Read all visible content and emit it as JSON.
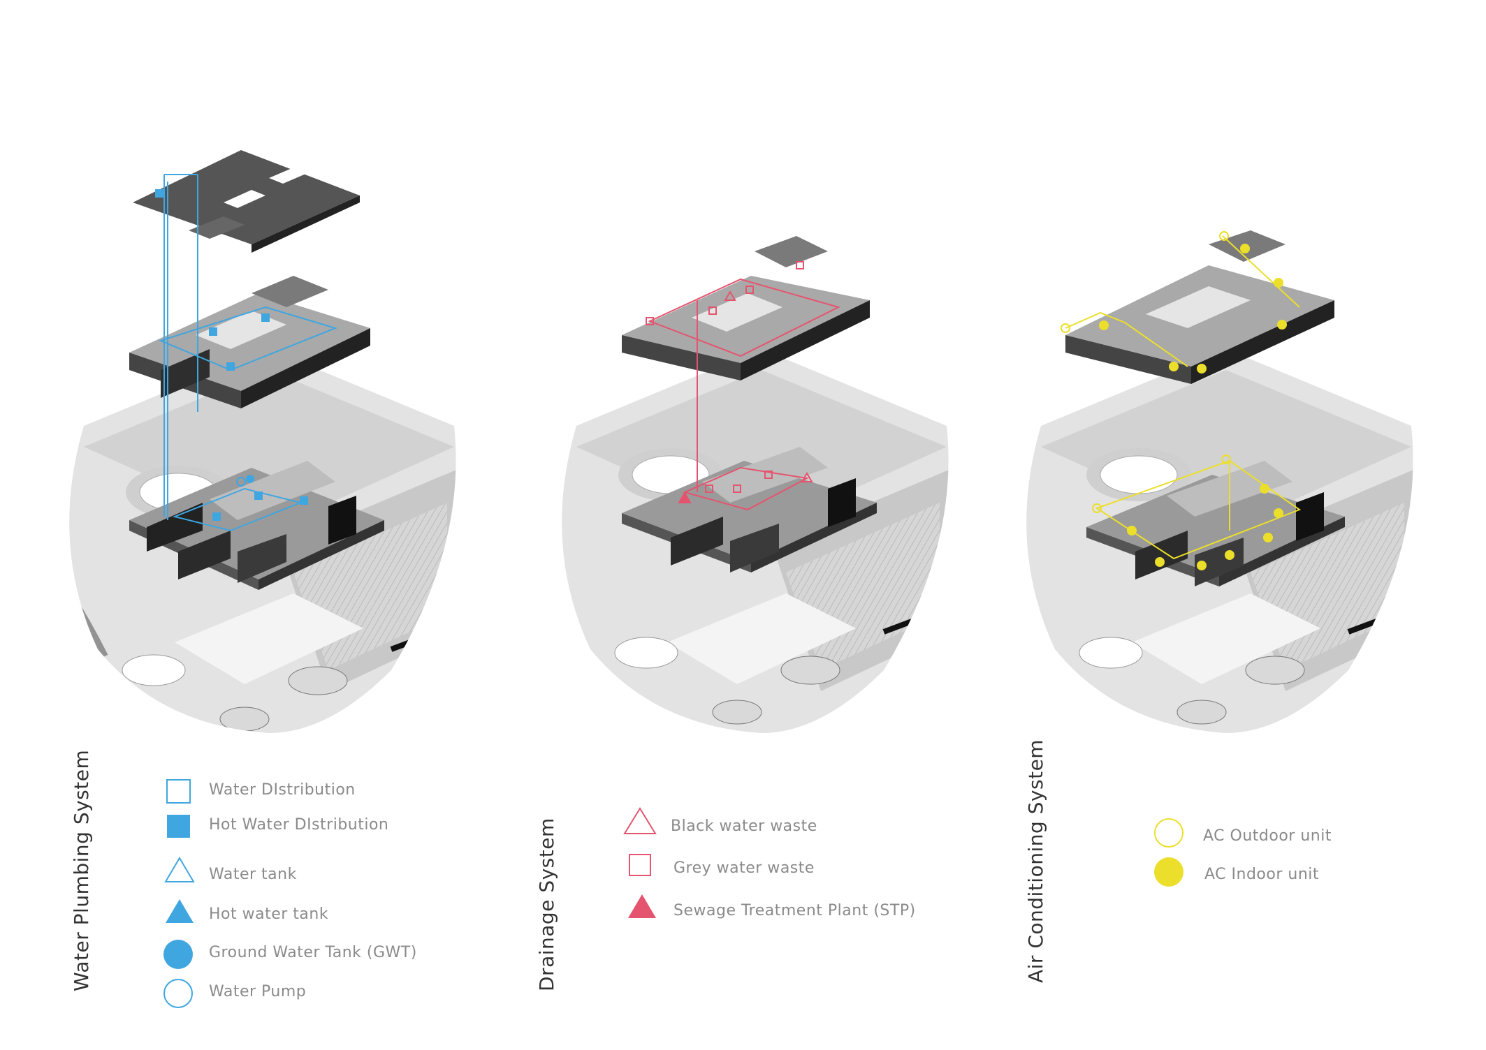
{
  "colors": {
    "water": "#3fa6e0",
    "drainage": "#e5546e",
    "ac": "#ecdf2b"
  },
  "panels": {
    "plumbing": {
      "title": "Water Plumbing System",
      "legend": [
        {
          "label": "Water DIstribution",
          "symbol": "square-outline"
        },
        {
          "label": "Hot Water DIstribution",
          "symbol": "square-filled"
        },
        {
          "label": "Water tank",
          "symbol": "triangle-outline"
        },
        {
          "label": "Hot water tank",
          "symbol": "triangle-filled"
        },
        {
          "label": "Ground Water Tank (GWT)",
          "symbol": "circle-filled"
        },
        {
          "label": "Water Pump",
          "symbol": "circle-outline"
        }
      ]
    },
    "drainage": {
      "title": "Drainage System",
      "legend": [
        {
          "label": "Black water waste",
          "symbol": "triangle-outline"
        },
        {
          "label": "Grey water waste",
          "symbol": "square-outline"
        },
        {
          "label": "Sewage Treatment Plant (STP)",
          "symbol": "triangle-filled"
        }
      ]
    },
    "ac": {
      "title": "Air Conditioning System",
      "legend": [
        {
          "label": "AC Outdoor unit",
          "symbol": "circle-outline"
        },
        {
          "label": "AC Indoor unit",
          "symbol": "circle-filled"
        }
      ]
    }
  }
}
